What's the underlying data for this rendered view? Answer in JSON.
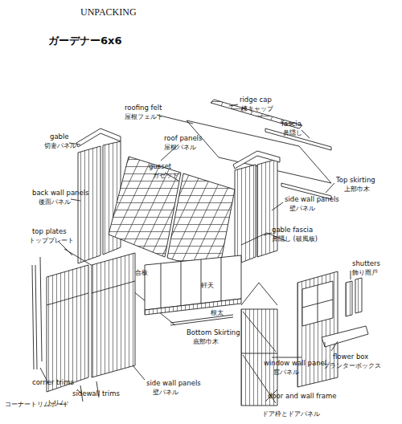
{
  "diagram": {
    "title": "UNPACKING",
    "labels": [
      "ガーデナー6x6",
      "ridge cap",
      "棟キャップ",
      "roofing felt",
      "屋根フェルト",
      "fascia",
      "鼻隠し",
      "gable",
      "切妻パネル",
      "roof panels",
      "屋根パネル",
      "gusset",
      "ガセット",
      "Top skirting",
      "上部巾木",
      "back wall panels",
      "後面パネル",
      "side wall panels",
      "壁パネル",
      "top plates",
      "トッププレート",
      "gable fascia",
      "鼻隠し (破風板)",
      "合板",
      "軒天",
      "根太",
      "shutters",
      "飾り雨戸",
      "Bottom Skirting",
      "底部巾木",
      "flower box",
      "プランターボックス",
      "corner trims",
      "コーナートリムボード",
      "sidewall trims",
      "トリム",
      "side wall panels",
      "壁パネル",
      "window wall panel",
      "窓パネル",
      "door and wall frame",
      "ドア枠とドアパネル"
    ]
  }
}
